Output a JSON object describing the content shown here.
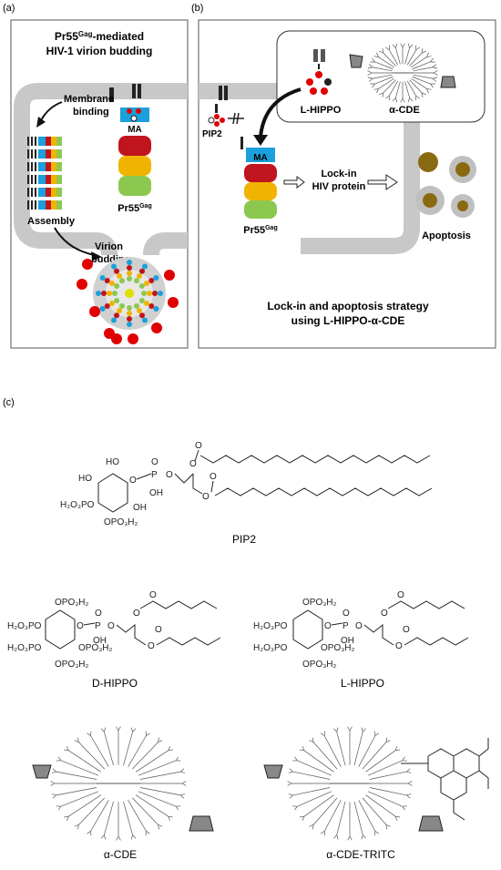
{
  "panels": {
    "a": {
      "tag": "(a)",
      "title_line1": "Pr55",
      "title_sup": "Gag",
      "title_line1_suffix": "-mediated",
      "title_line2": "HIV-1 virion budding",
      "label_membrane": "Membrane",
      "label_binding": "binding",
      "label_ma": "MA",
      "label_pr55": "Pr55",
      "label_pr55_sup": "Gag",
      "label_assembly": "Assembly",
      "label_virion": "Virion",
      "label_budding": "budding"
    },
    "b": {
      "tag": "(b)",
      "label_lhippo": "L-HIPPO",
      "label_acde": "α-CDE",
      "label_pip2": "PIP2",
      "label_ma": "MA",
      "label_lockin1": "Lock-in",
      "label_lockin2": "HIV protein",
      "label_pr55": "Pr55",
      "label_pr55_sup": "Gag",
      "label_apoptosis": "Apoptosis",
      "strategy_line1": "Lock-in and apoptosis strategy",
      "strategy_line2": "using L-HIPPO-α-CDE"
    },
    "c": {
      "tag": "(c)",
      "label_pip2": "PIP2",
      "label_dhippo": "D-HIPPO",
      "label_lhippo": "L-HIPPO",
      "label_acde": "α-CDE",
      "label_acde_tritc": "α-CDE-TRITC",
      "chem": {
        "h2o3po": "H₂O₃PO",
        "opo3h2": "OPO₃H₂",
        "po3h2": "PO₃H₂",
        "ho": "HO",
        "oh": "OH",
        "o": "O",
        "p": "P"
      }
    }
  },
  "colors": {
    "membrane": "#c8c8c8",
    "ma_blue": "#1aa0dc",
    "red": "#c0141e",
    "orange": "#f0b400",
    "green": "#8cc850",
    "dot_red": "#e00000",
    "cell_brown": "#8a6a10",
    "cell_gray": "#c0c0c0"
  }
}
